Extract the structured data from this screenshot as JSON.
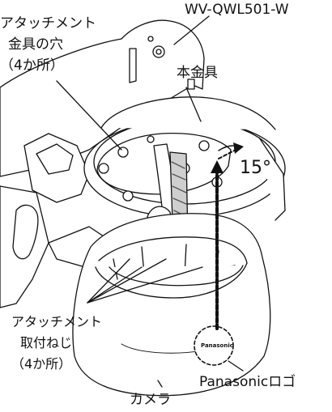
{
  "labels": {
    "model": "WV-QWL501-W",
    "attachment_hole": [
      "アタッチメント",
      "金具の穴",
      "（4か所）"
    ],
    "main_bracket": "本金具",
    "angle": "15°",
    "attachment_screws": [
      "アタッチメント",
      "取付ねじ",
      "（4か所）"
    ],
    "panasonic_logo": "Panasonicロゴ",
    "camera": "カメラ",
    "logo_text": "Panasonic"
  }
}
